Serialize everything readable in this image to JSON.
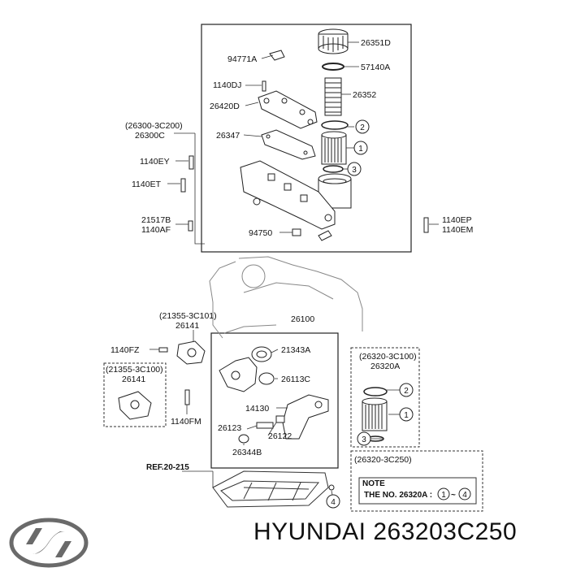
{
  "labels": {
    "top_filter_cap": "26351D",
    "oring_57140a": "57140A",
    "filter_26352": "26352",
    "clip_94771a": "94771A",
    "bolt_1140dj": "1140DJ",
    "gasket_26420d": "26420D",
    "assy_ref": "(26300-3C200)",
    "assy_26300c": "26300C",
    "gasket_26347": "26347",
    "bolt_1140ey": "1140EY",
    "bolt_1140et": "1140ET",
    "plug_21517b": "21517B",
    "bolt_1140af": "1140AF",
    "sensor_94750": "94750",
    "bolt_1140ep": "1140EP",
    "bolt_1140em": "1140EM",
    "pump_assy": "26100",
    "seal_ref_top": "(21355-3C101)",
    "seal_26141_top": "26141",
    "bolt_1140fz": "1140FZ",
    "seal_ref_bottom": "(21355-3C100)",
    "seal_26141_bottom": "26141",
    "cover_21343a": "21343A",
    "gear_26113c": "26113C",
    "pump_14130": "14130",
    "spring_26123": "26123",
    "plunger_26122": "26122",
    "plug_26344b": "26344B",
    "bolt_1140fm": "1140FM",
    "kit_ref": "(26320-3C100)",
    "kit_26320a": "26320A",
    "kit_ref2": "(26320-3C250)",
    "note_title": "NOTE",
    "note_line_prefix": "THE NO. 26320A :",
    "note_line_dash": "~",
    "ref_oil_pan": "REF.20-215"
  },
  "callouts": {
    "c1": "1",
    "c2": "2",
    "c3": "3",
    "c4": "4"
  },
  "footer": {
    "brand_text": "HYUNDAI 263203C250"
  },
  "icons": {
    "brand_logo": "hyundai-logo-icon"
  }
}
